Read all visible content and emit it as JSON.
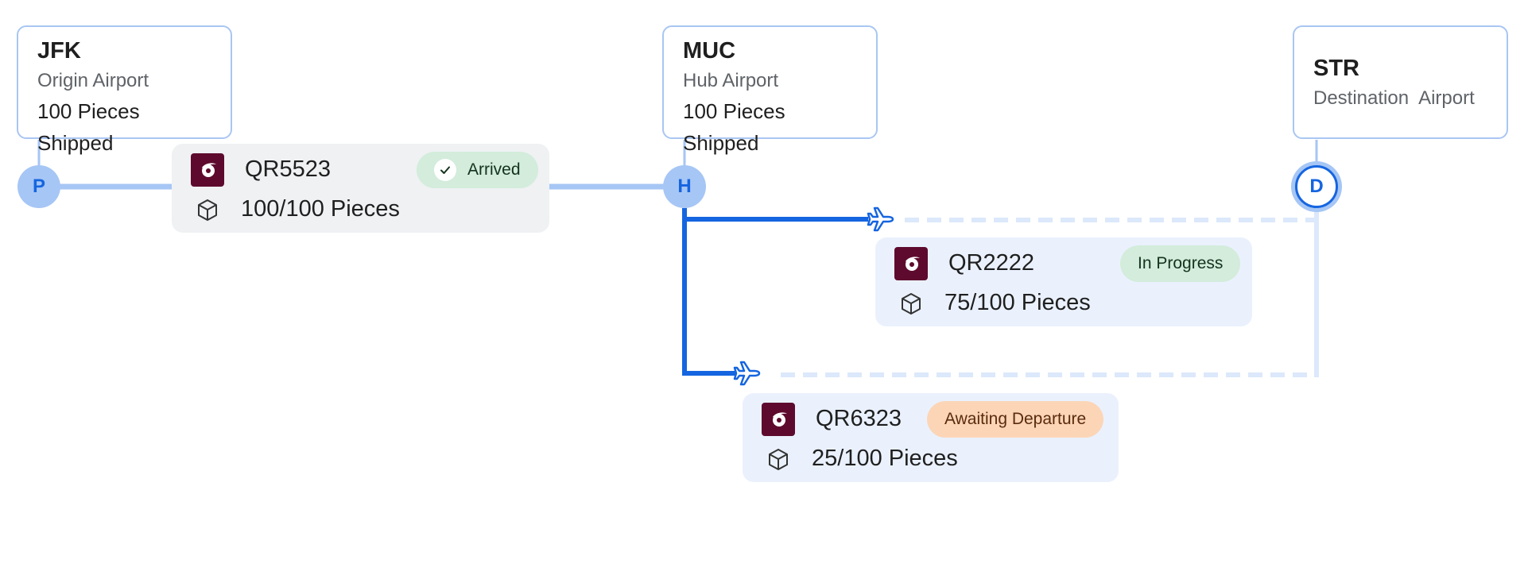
{
  "airports": {
    "origin": {
      "code": "JFK",
      "role": "Origin Airport",
      "pieces": "100 Pieces Shipped"
    },
    "hub": {
      "code": "MUC",
      "role": "Hub Airport",
      "pieces": "100 Pieces Shipped"
    },
    "destination": {
      "code": "STR",
      "role": "Destination  Airport"
    }
  },
  "nodes": {
    "origin": "P",
    "hub": "H",
    "destination": "D"
  },
  "flights": [
    {
      "number": "QR5523",
      "pieces": "100/100 Pieces",
      "status": "Arrived",
      "status_color": "#d3ecdb",
      "logo_icon": "airline-oryx-logo"
    },
    {
      "number": "QR2222",
      "pieces": "75/100 Pieces",
      "status": "In Progress",
      "status_color": "#d3ecdb",
      "logo_icon": "airline-oryx-logo"
    },
    {
      "number": "QR6323",
      "pieces": "25/100 Pieces",
      "status": "Awaiting Departure",
      "status_color": "#fcd5b7",
      "logo_icon": "airline-oryx-logo"
    }
  ],
  "colors": {
    "route_completed": "#a6c6f5",
    "route_active": "#1565e0",
    "route_pending": "#dce8fb",
    "airline_brand": "#5e0a2e"
  },
  "icons": {
    "pieces": "cube-icon",
    "flight": "airplane-icon",
    "arrived": "check-icon"
  }
}
